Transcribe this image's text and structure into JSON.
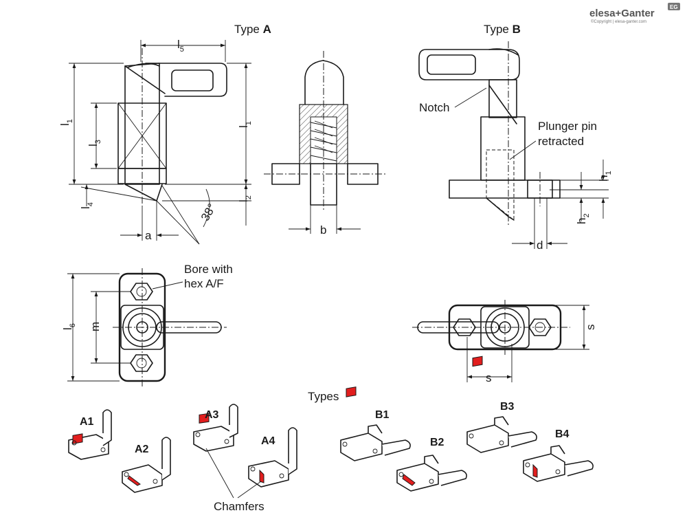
{
  "brand": {
    "name": "elesa+Ganter",
    "copyright": "©Copyright | elesa-ganter.com",
    "badge": "EG"
  },
  "headings": {
    "type_a": "Type ",
    "type_a_bold": "A",
    "type_b": "Type ",
    "type_b_bold": "B",
    "types": "Types"
  },
  "dimensions": {
    "l5": "l",
    "l5_sub": "5",
    "l1_left": "l",
    "l1_left_sub": "1",
    "l3": "l",
    "l3_sub": "3",
    "l4": "l",
    "l4_sub": "4",
    "l1_right": "l",
    "l1_right_sub": "1",
    "l2": "l",
    "l2_sub": "2",
    "angle": "38°",
    "a": "a",
    "b": "b",
    "d": "d",
    "h1": "h",
    "h1_sub": "1",
    "h2": "h",
    "h2_sub": "2",
    "l6": "l",
    "l6_sub": "6",
    "m": "m",
    "s_bottom": "s",
    "s_right": "s"
  },
  "annotations": {
    "notch": "Notch",
    "plunger_line1": "Plunger pin",
    "plunger_line2": "retracted",
    "bore_line1": "Bore with",
    "bore_line2": "hex A/F",
    "chamfers": "Chamfers"
  },
  "variants": [
    "A1",
    "A2",
    "A3",
    "A4",
    "B1",
    "B2",
    "B3",
    "B4"
  ],
  "colors": {
    "line": "#1a1a1a",
    "chamfer_highlight": "#e21e1e",
    "background": "#ffffff"
  }
}
